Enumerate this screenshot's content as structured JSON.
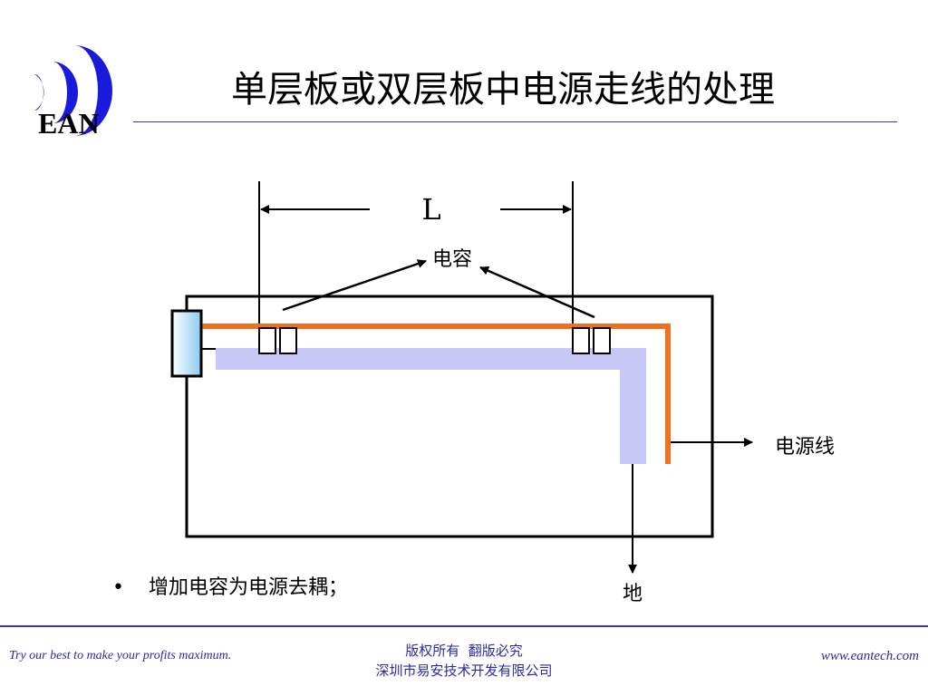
{
  "logo": {
    "text": "EAN",
    "color": "#1a1adc"
  },
  "header": {
    "title": "单层板或双层板中电源走线的处理"
  },
  "diagram": {
    "dimension_label": "L",
    "capacitor_label": "电容",
    "power_line_label": "电源线",
    "ground_label": "地",
    "power_trace_color": "#f07020",
    "ground_trace_color": "#c8c8f8",
    "connector_color": "#8ccbf0"
  },
  "bullets": [
    "增加电容为电源去耦；"
  ],
  "footer": {
    "slogan": "Try our best to make your profits maximum.",
    "copyright_line1": "版权所有  翻版必究",
    "copyright_line2": "深圳市易安技术开发有限公司",
    "website": "www.eantech.com"
  }
}
